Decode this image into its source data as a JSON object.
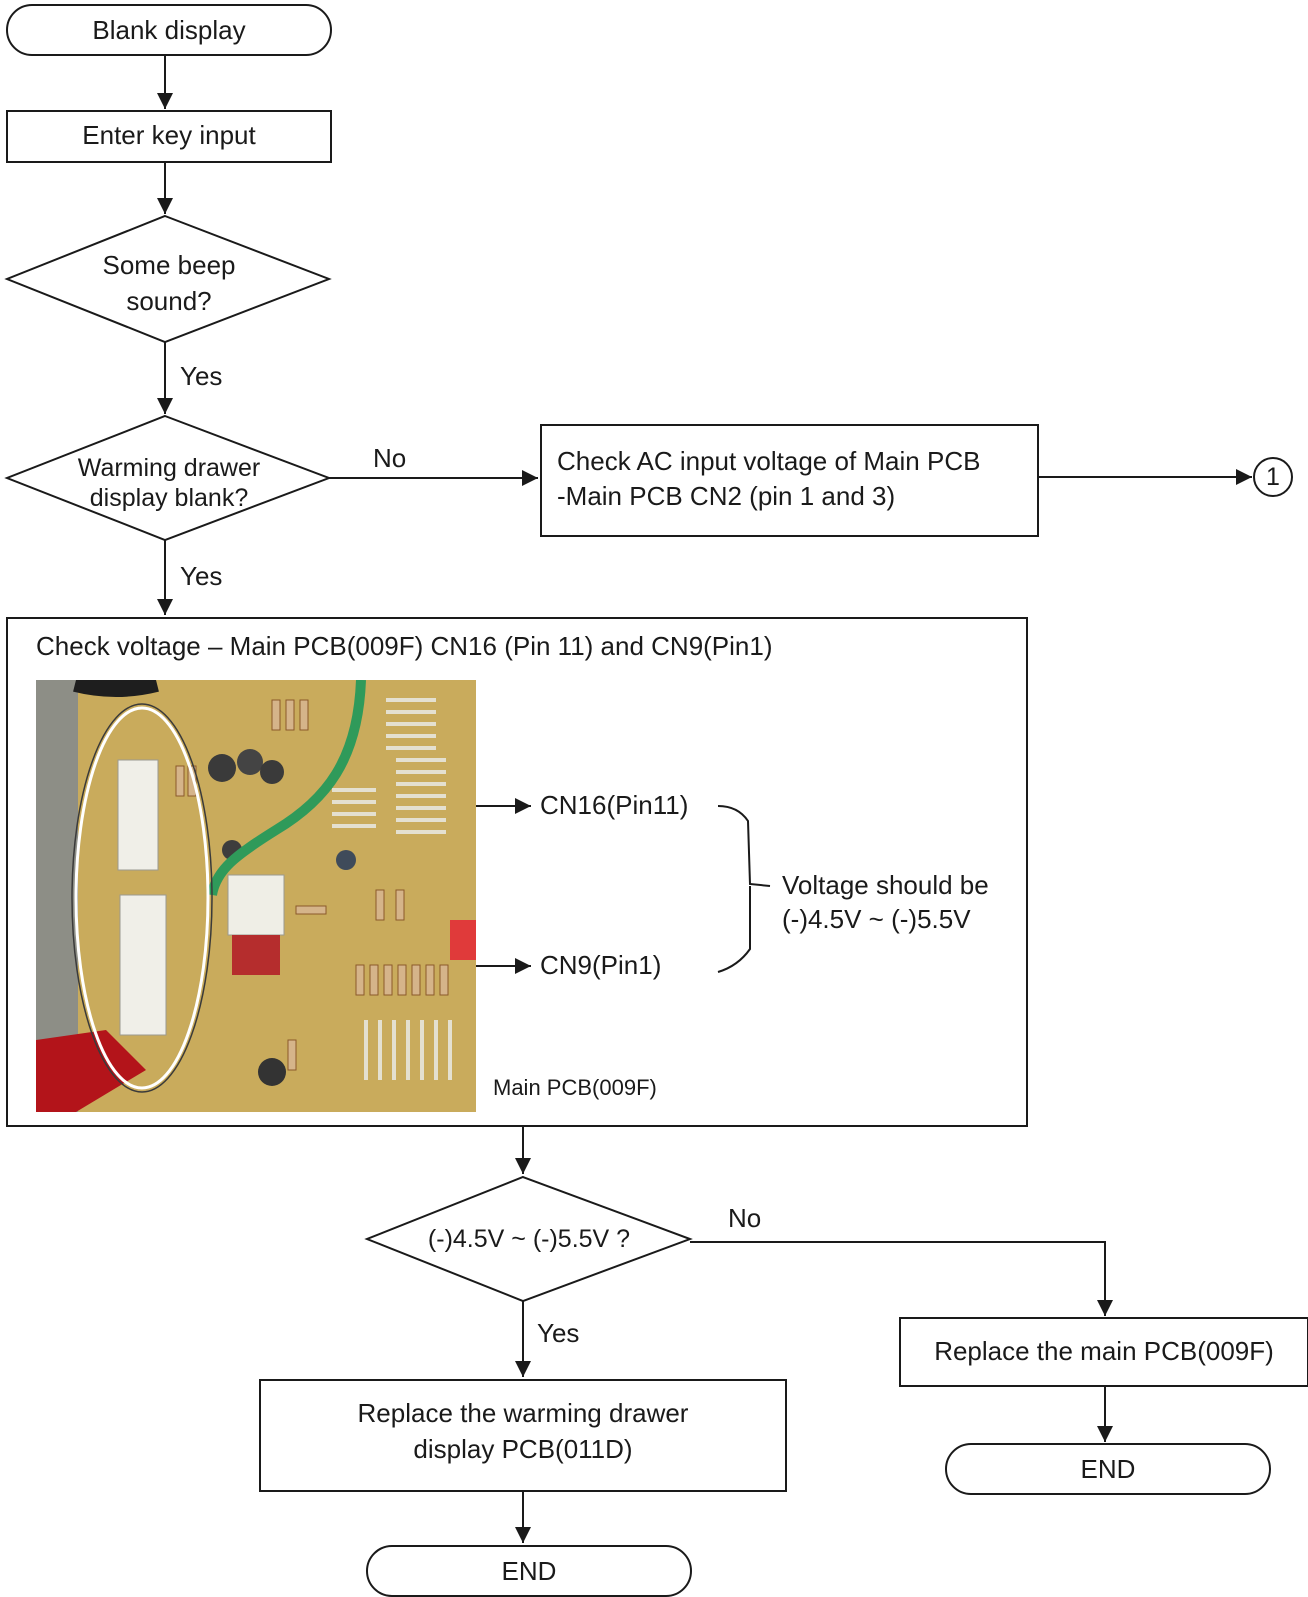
{
  "nodes": {
    "start": "Blank display",
    "enter_key": "Enter key input",
    "beep_q": [
      "Some beep",
      "sound?"
    ],
    "warming_q": [
      "Warming drawer",
      "display blank?"
    ],
    "check_ac": [
      "Check AC input voltage  of Main PCB",
      "-Main PCB CN2 (pin 1 and 3)"
    ],
    "connector_ref": "1",
    "check_voltage": {
      "title": "Check voltage – Main PCB(009F) CN16 (Pin 11) and CN9(Pin1)",
      "callout_cn16": "CN16(Pin11)",
      "callout_cn9": "CN9(Pin1)",
      "note": [
        "Voltage should be",
        "(-)4.5V ~ (-)5.5V"
      ],
      "photo_caption": "Main PCB(009F)"
    },
    "range_q": "(-)4.5V ~ (-)5.5V ?",
    "replace_display": [
      "Replace the warming drawer",
      "display PCB(011D)"
    ],
    "replace_main": "Replace the main PCB(009F)",
    "end_left": "END",
    "end_right": "END"
  },
  "edge_labels": {
    "beep_yes": "Yes",
    "warming_no": "No",
    "warming_yes": "Yes",
    "range_no": "No",
    "range_yes": "Yes"
  },
  "photo": {
    "board_color": "#c9ab5c",
    "highlight_color": "#ffffff"
  }
}
